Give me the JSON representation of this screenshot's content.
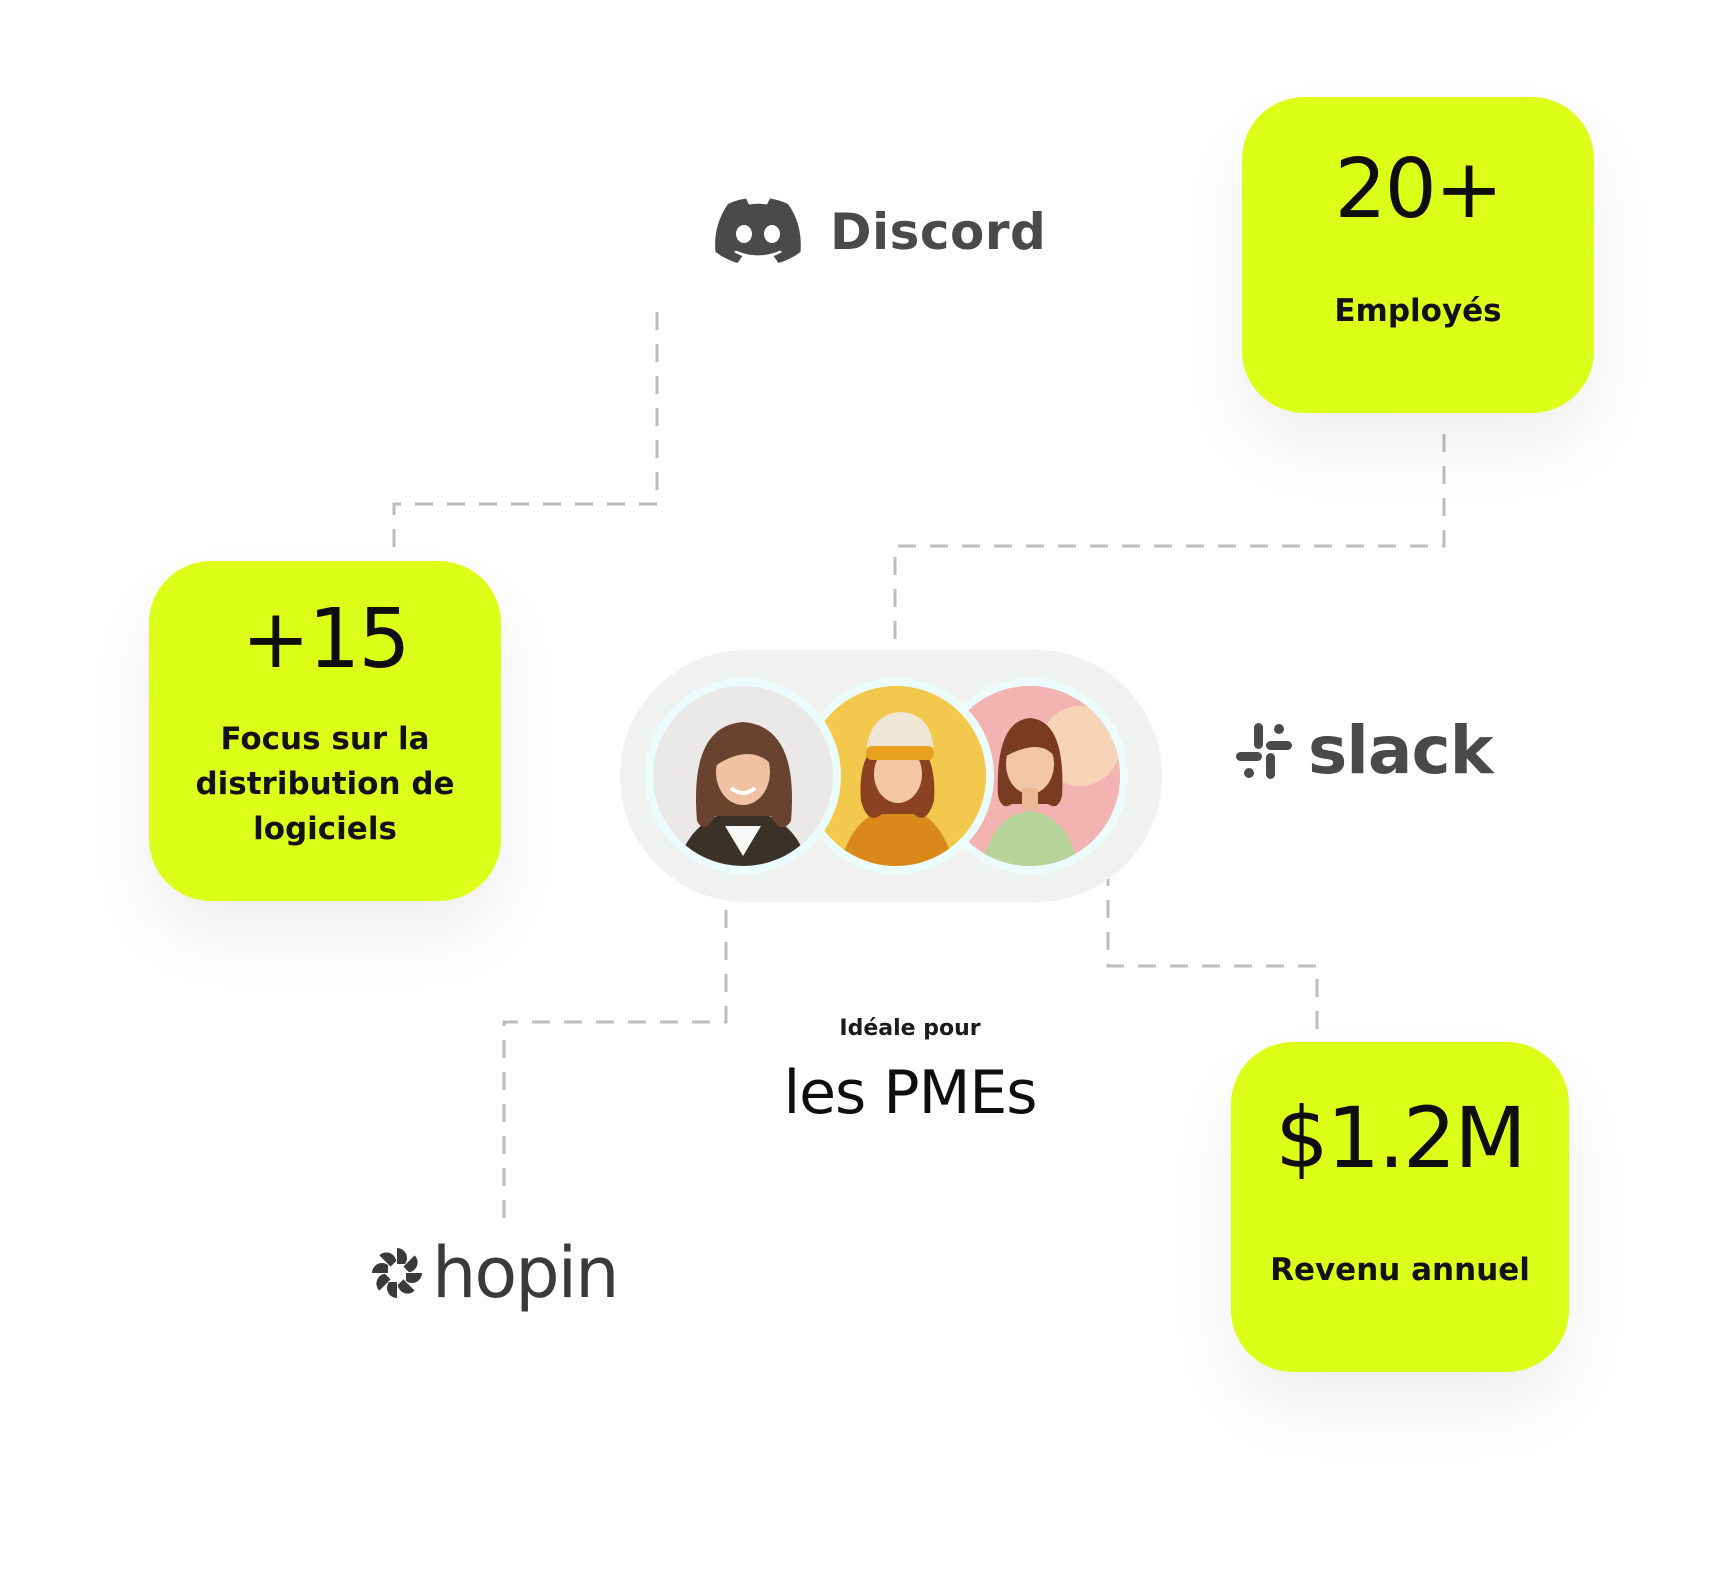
{
  "cards": {
    "employees": {
      "value": "20+",
      "label": "Employés"
    },
    "focus": {
      "value": "+15",
      "label": "Focus sur la distribution de logiciels"
    },
    "revenue": {
      "value": "$1.2M",
      "label": "Revenu annuel"
    }
  },
  "brands": {
    "discord": "Discord",
    "slack": "slack",
    "hopin": "hopin"
  },
  "tagline": {
    "small": "Idéale pour",
    "big": "les PMEs"
  },
  "colors": {
    "accent": "#dcff1a",
    "logo_gray": "#4a4a4a",
    "connector": "#bdbdbd",
    "avatar_ring": "#ecfbfc"
  }
}
